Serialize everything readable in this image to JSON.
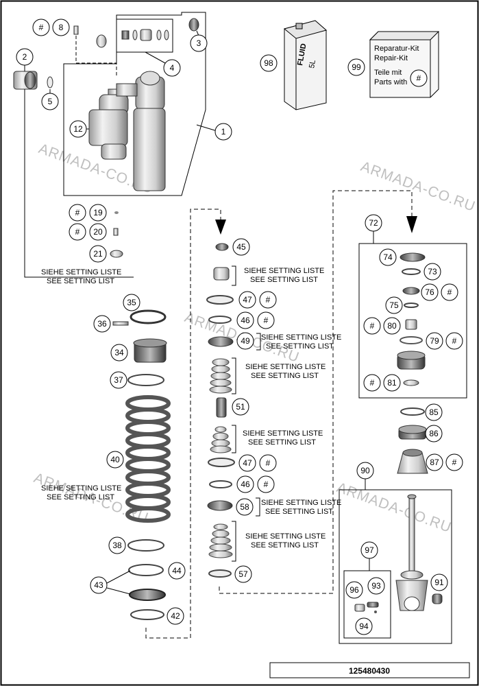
{
  "watermark": "ARMADA-CO.RU",
  "setting_list": {
    "de": "SIEHE SETTING LISTE",
    "en": "SEE SETTING LIST"
  },
  "hash": "#",
  "fluid_label": "FLUID",
  "fluid_volume": "5L",
  "repair_kit": {
    "line1": "Reparatur-Kit",
    "line2": "Repair-Kit",
    "line3": "Teile mit",
    "line4": "Parts with"
  },
  "drawing_number": "125480430",
  "callouts": {
    "p1": "1",
    "p2": "2",
    "p3": "3",
    "p4": "4",
    "p5": "5",
    "p8": "8",
    "p12": "12",
    "p19": "19",
    "p20": "20",
    "p21": "21",
    "p34": "34",
    "p35": "35",
    "p36": "36",
    "p37": "37",
    "p38": "38",
    "p40": "40",
    "p42": "42",
    "p43": "43",
    "p44": "44",
    "p45": "45",
    "p46a": "46",
    "p46b": "46",
    "p47a": "47",
    "p47b": "47",
    "p49": "49",
    "p51": "51",
    "p57": "57",
    "p58": "58",
    "p72": "72",
    "p73": "73",
    "p74": "74",
    "p75": "75",
    "p76": "76",
    "p79": "79",
    "p80": "80",
    "p81": "81",
    "p85": "85",
    "p86": "86",
    "p87": "87",
    "p90": "90",
    "p91": "91",
    "p93": "93",
    "p94": "94",
    "p96": "96",
    "p97": "97",
    "p98": "98",
    "p99": "99"
  }
}
